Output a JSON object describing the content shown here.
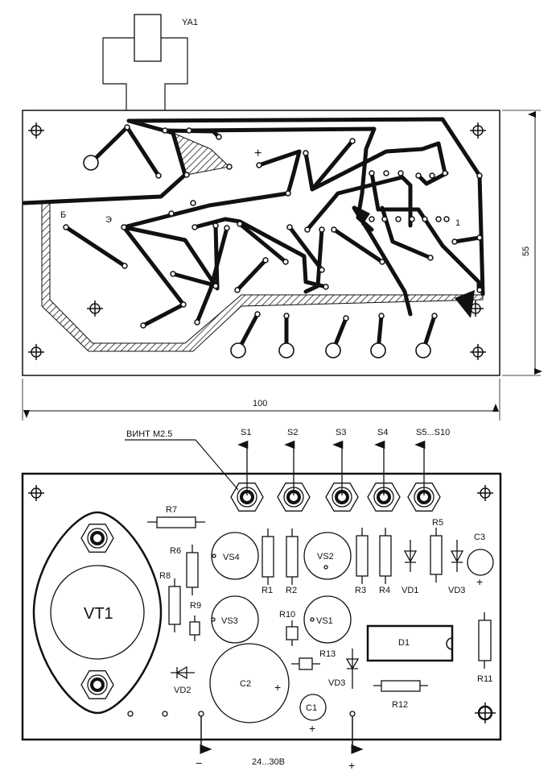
{
  "top_board": {
    "coil_label": "YA1",
    "label_b": "Б",
    "label_e": "Э",
    "label_plus": "+",
    "label_pin1": "1",
    "dim_width": "100",
    "dim_height": "55"
  },
  "bottom_board": {
    "screw_label": "ВИНТ М2.5",
    "outputs": [
      "S1",
      "S2",
      "S3",
      "S4",
      "S5...S10"
    ],
    "components": {
      "VT1": "VT1",
      "R7": "R7",
      "R6": "R6",
      "R8": "R8",
      "R9": "R9",
      "R10": "R10",
      "VS1": "VS1",
      "VS2": "VS2",
      "VS3": "VS3",
      "VS4": "VS4",
      "R1": "R1",
      "R2": "R2",
      "R3": "R3",
      "R4": "R4",
      "R5": "R5",
      "VD1": "VD1",
      "VD3a": "VD3",
      "VD3b": "VD3",
      "VD2": "VD2",
      "C1": "C1",
      "C2": "C2",
      "C3": "C3",
      "D1": "D1",
      "R11": "R11",
      "R12": "R12",
      "R13": "R13"
    },
    "plus_c3": "+",
    "plus_c2": "+",
    "plus_c1": "+",
    "supply_voltage": "24...30В",
    "supply_minus": "−",
    "supply_plus": "+"
  }
}
